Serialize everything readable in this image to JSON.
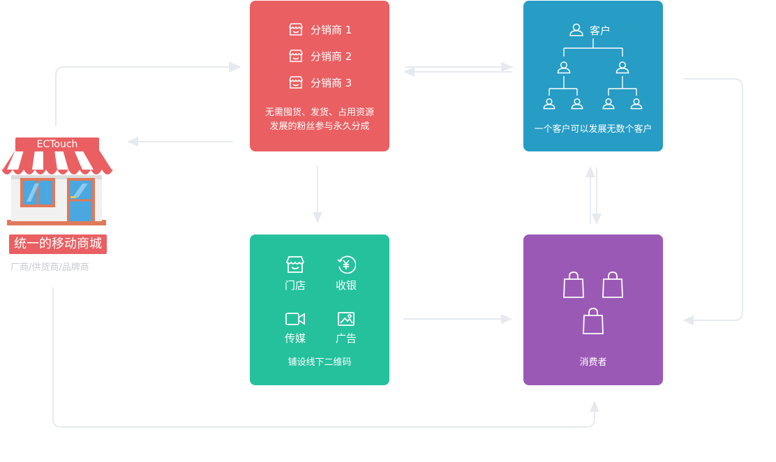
{
  "shop": {
    "sign": "ECTouch",
    "title": "统一的移动商城",
    "subtitle": "厂商/供货商/品牌商"
  },
  "distributors": {
    "items": [
      {
        "label": "分销商 1",
        "icon": "storefront-icon"
      },
      {
        "label": "分销商 2",
        "icon": "storefront-icon"
      },
      {
        "label": "分销商 3",
        "icon": "storefront-icon"
      }
    ],
    "caption_line1": "无需囤货、发货、占用资源",
    "caption_line2": "发展的粉丝参与永久分成",
    "color": "#e95f62"
  },
  "customers": {
    "root_label": "客户",
    "caption": "一个客户可以发展无数个客户",
    "icon": "user-icon",
    "color": "#279cc4"
  },
  "offline": {
    "items": [
      {
        "label": "门店",
        "icon": "storefront-icon"
      },
      {
        "label": "收银",
        "icon": "yen-cashier-icon"
      },
      {
        "label": "传媒",
        "icon": "video-camera-icon"
      },
      {
        "label": "广告",
        "icon": "picture-icon"
      }
    ],
    "caption": "铺设线下二维码",
    "color": "#25c19d"
  },
  "consumers": {
    "caption": "消费者",
    "icon": "shopping-bag-icon",
    "color": "#9b59b6"
  }
}
